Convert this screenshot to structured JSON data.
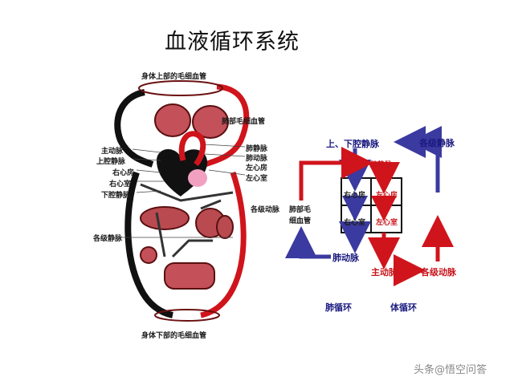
{
  "title": "血液循环系统",
  "left_labels": {
    "upper_capillaries": "身体上部的毛细血管",
    "lung_capillaries": "肺部毛细血管",
    "aorta": "主动脉",
    "superior_vena_cava": "上腔静脉",
    "right_atrium": "右心房",
    "right_ventricle": "右心室",
    "inferior_vena_cava": "下腔静脉",
    "pulmonary_vein": "肺静脉",
    "pulmonary_artery": "肺动脉",
    "left_atrium": "左心房",
    "left_ventricle": "左心室",
    "arteries": "各级动脉",
    "veins": "各级静脉",
    "lower_capillaries": "身体下部的毛细血管"
  },
  "right_labels": {
    "venae_cavae": "上、下腔静脉",
    "body_veins": "各级静脉",
    "pulmonary_vein": "肺静脉",
    "right_atrium": "右心房",
    "left_atrium": "左心房",
    "right_ventricle": "右心室",
    "left_ventricle": "左心室",
    "lung_capillaries_1": "肺部毛",
    "lung_capillaries_2": "细血管",
    "pulmonary_artery": "肺动脉",
    "aorta": "主动脉",
    "body_arteries": "各级动脉",
    "pulmonary_circulation": "肺循环",
    "systemic_circulation": "体循环"
  },
  "watermark": "头条@悟空问答",
  "colors": {
    "red": "#d0141c",
    "blue": "#3a3aa0",
    "black": "#111111"
  }
}
